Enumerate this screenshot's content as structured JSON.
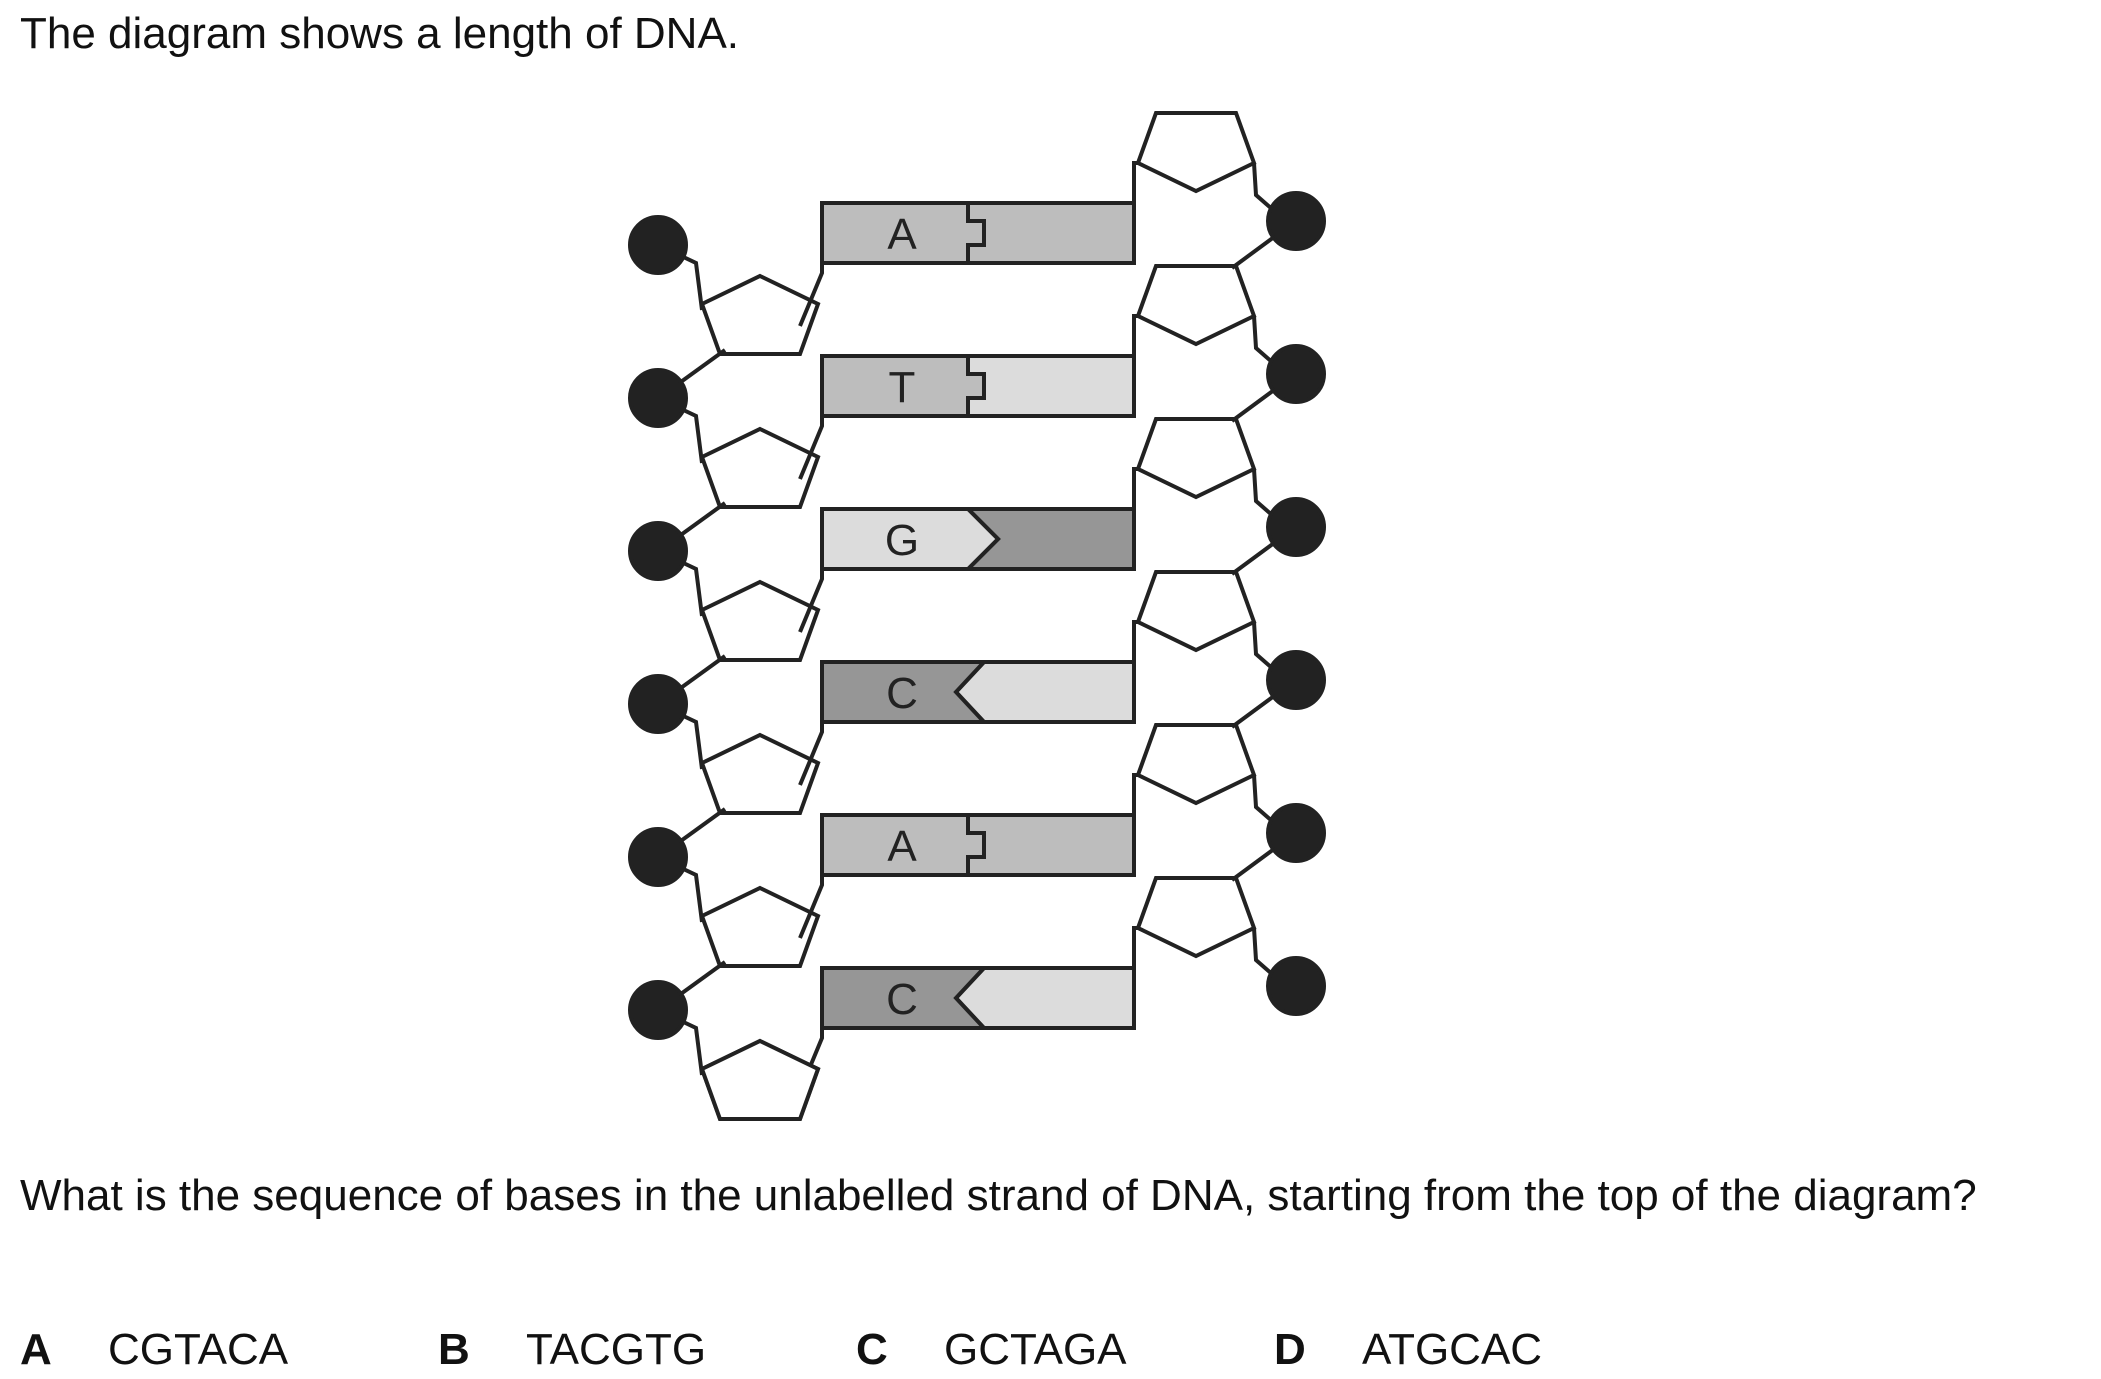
{
  "intro": "The diagram shows a length of DNA.",
  "diagram": {
    "base_labels": [
      "A",
      "T",
      "G",
      "C",
      "A",
      "C"
    ]
  },
  "question": "What is the sequence of bases in the unlabelled strand of DNA, starting from the top of the diagram?",
  "options": [
    {
      "letter": "A",
      "text": "CGTACA"
    },
    {
      "letter": "B",
      "text": "TACGTG"
    },
    {
      "letter": "C",
      "text": "GCTAGA"
    },
    {
      "letter": "D",
      "text": "ATGCAC"
    }
  ]
}
